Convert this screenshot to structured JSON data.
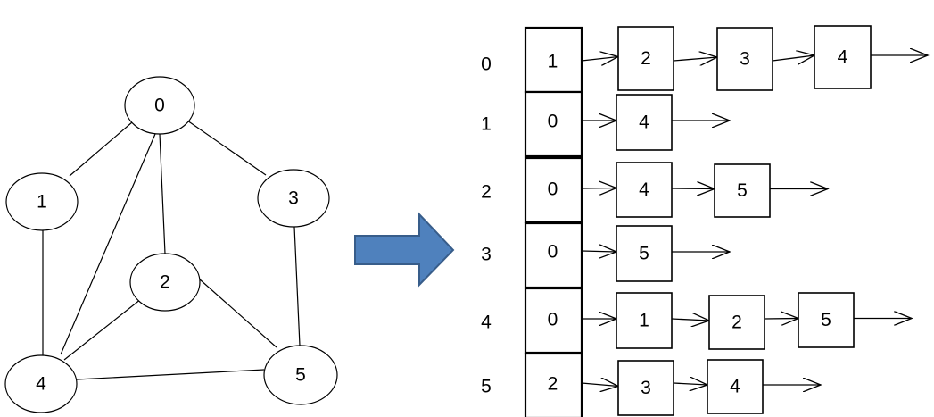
{
  "graph": {
    "nodes": [
      {
        "id": "0",
        "label": "0"
      },
      {
        "id": "1",
        "label": "1"
      },
      {
        "id": "2",
        "label": "2"
      },
      {
        "id": "3",
        "label": "3"
      },
      {
        "id": "4",
        "label": "4"
      },
      {
        "id": "5",
        "label": "5"
      }
    ],
    "edges": [
      [
        "0",
        "1"
      ],
      [
        "0",
        "3"
      ],
      [
        "0",
        "2"
      ],
      [
        "0",
        "4"
      ],
      [
        "1",
        "4"
      ],
      [
        "3",
        "5"
      ],
      [
        "2",
        "4"
      ],
      [
        "2",
        "5"
      ],
      [
        "4",
        "5"
      ]
    ]
  },
  "arrow": {
    "color": "#4f81bd",
    "border_color": "#385d8a"
  },
  "adjacency_list": {
    "rows": [
      {
        "vertex": "0",
        "head": "1",
        "nodes": [
          "2",
          "3",
          "4"
        ]
      },
      {
        "vertex": "1",
        "head": "0",
        "nodes": [
          "4"
        ]
      },
      {
        "vertex": "2",
        "head": "0",
        "nodes": [
          "4",
          "5"
        ]
      },
      {
        "vertex": "3",
        "head": "0",
        "nodes": [
          "5"
        ]
      },
      {
        "vertex": "4",
        "head": "0",
        "nodes": [
          "1",
          "2",
          "5"
        ]
      },
      {
        "vertex": "5",
        "head": "2",
        "nodes": [
          "3",
          "4"
        ]
      }
    ]
  }
}
